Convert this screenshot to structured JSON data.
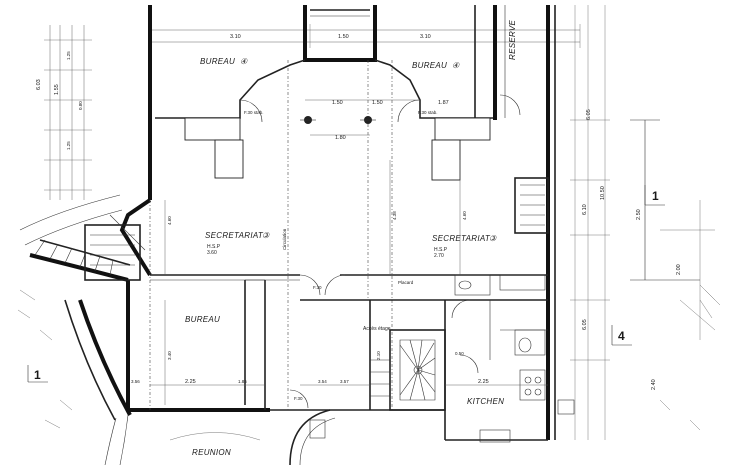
{
  "plan": {
    "rooms": {
      "bureau_left": "BUREAU",
      "bureau_right": "BUREAU",
      "bureau_lower": "BUREAU",
      "secretariat_left": "SECRETARIAT",
      "secretariat_right": "SECRETARIAT",
      "reserve": "RESERVE",
      "kitchen": "KITCHEN",
      "reunion": "REUNION",
      "acces_etage": "Accès étage"
    },
    "room_numbers": {
      "bureau_left": "④",
      "bureau_right": "④",
      "secretariat_left": "③",
      "secretariat_right": "③"
    },
    "areas": {
      "secretariat_left": "H.S.P\n3.60",
      "secretariat_right": "H.S.P\n2.70"
    },
    "section_markers": {
      "left": "1",
      "right_top": "1",
      "right_middle": "4"
    },
    "dimensions": {
      "top_1": "1.50",
      "top_2": "3.10",
      "top_3": "3.10",
      "top_4": "6.05",
      "mid_1": "1.50",
      "mid_2": "1.87",
      "mid_3": "1.80",
      "mid_4": "1.50",
      "right_1": "10.50",
      "right_2": "6.05",
      "right_3": "6.10",
      "left_1": "6.03",
      "left_2": "1.55",
      "low_1": "2.25",
      "low_2": "2.25",
      "low_3": "3.56",
      "low_4": "3.54",
      "low_5": "3.57",
      "low_6": "1.85",
      "low_7": "2.10",
      "low_8": "0.50",
      "far_1": "2.50",
      "far_2": "2.00",
      "far_3": "2.40"
    },
    "annotations": {
      "door_a": "F.30 stab.",
      "door_b": "F.30 stab.",
      "door_c": "F.30",
      "door_d": "F.30",
      "circ": "Circulation",
      "placard": "Placard"
    }
  }
}
